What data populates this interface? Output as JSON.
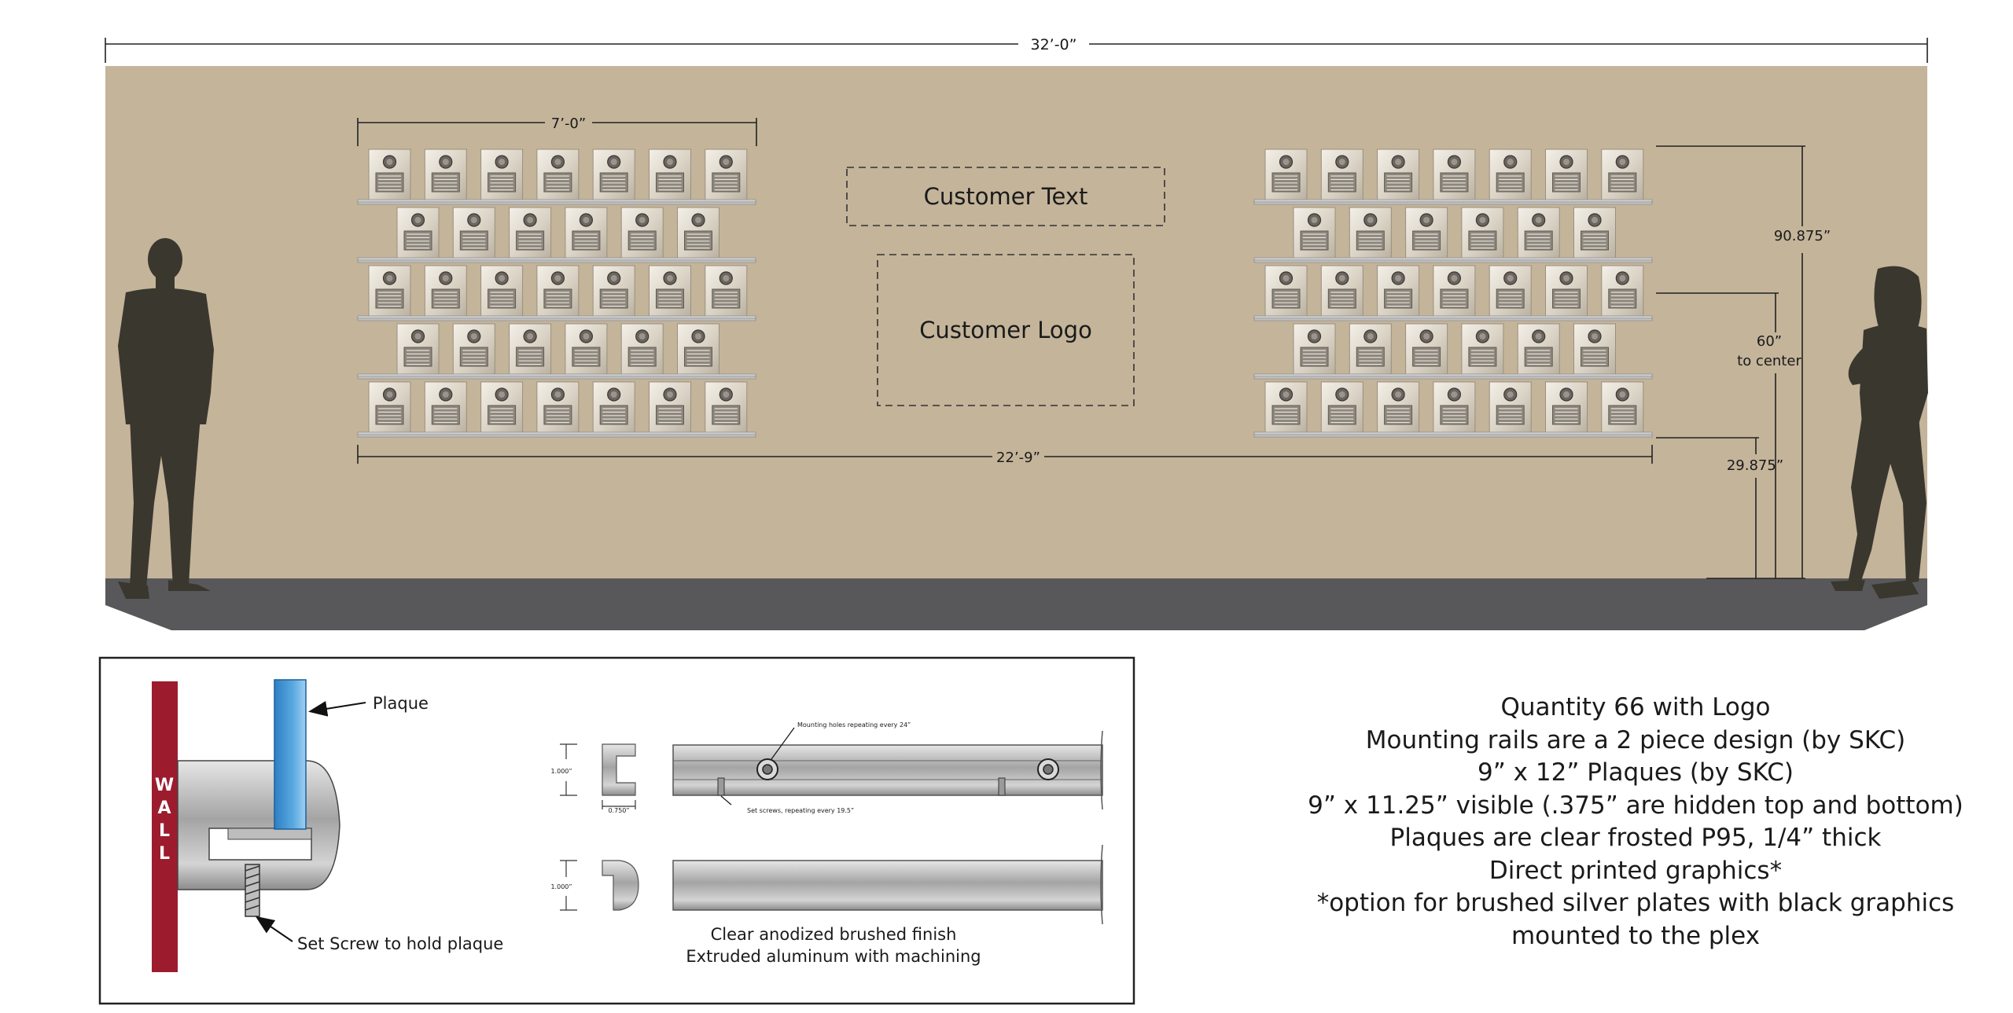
{
  "colors": {
    "wall": "#c4b49a",
    "floor": "#58585a",
    "silhouette": "#3a372f",
    "wall_bar": "#9c1c2e",
    "plaque_blue": "#3b8fd0"
  },
  "elevation": {
    "overall_width": "32’-0”",
    "display_width": "7’-0”",
    "span_width": "22’-9”",
    "top_height": "90.875”",
    "center_height_value": "60”",
    "center_height_label": "to center",
    "bottom_height": "29.875”",
    "customer_text": "Customer Text",
    "customer_logo": "Customer Logo",
    "plaque_rows": [
      7,
      6,
      7,
      6,
      7
    ]
  },
  "detail": {
    "plaque_label": "Plaque",
    "wall_label": "WALL",
    "set_screw_label": "Set Screw to hold plaque",
    "mounting_holes_note": "Mounting holes repeating every 24”",
    "set_screws_note": "Set screws, repeating every 19.5”",
    "dim_height_1": "1.000”",
    "dim_width_1": "0.750”",
    "dim_height_2": "1.000”",
    "finish_line1": "Clear anodized brushed finish",
    "finish_line2": "Extruded aluminum with machining"
  },
  "notes": [
    "Quantity 66 with  Logo",
    "Mounting rails are a 2 piece design (by SKC)",
    "9” x 12” Plaques (by SKC)",
    "9” x 11.25” visible (.375” are hidden top and bottom)",
    "Plaques are clear frosted P95, 1/4” thick",
    "Direct printed graphics*",
    "*option for brushed silver plates with black graphics",
    "mounted to the plex"
  ]
}
